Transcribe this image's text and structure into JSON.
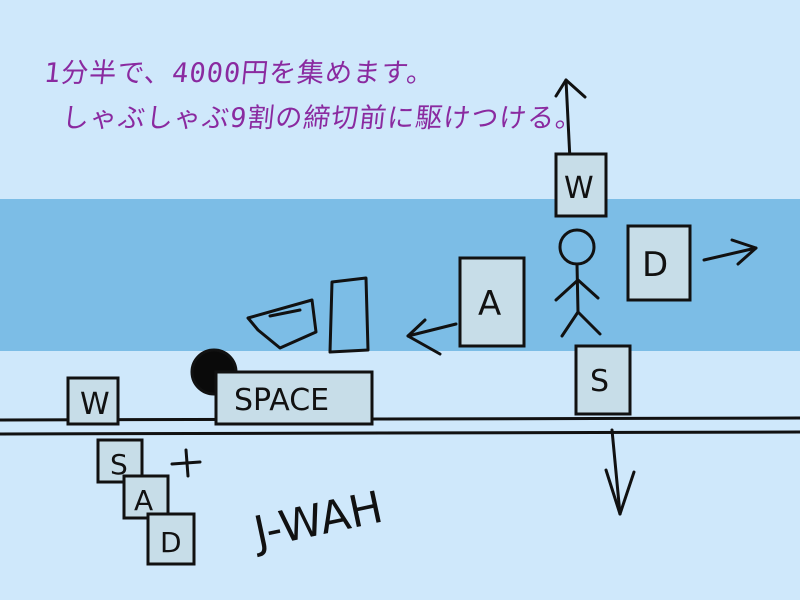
{
  "caption": {
    "line1": "1分半で、4000円を集めます。",
    "line2": "しゃぶしゃぶ9割の締切前に駆けつける。"
  },
  "controls": {
    "up_key": "W",
    "left_key": "A",
    "right_key": "D",
    "down_key": "S",
    "legend_up": "W",
    "legend_down": "S",
    "legend_left": "A",
    "legend_right": "D",
    "jump_key": "SPACE",
    "jump_annotation": "J-WAH"
  },
  "colors": {
    "sky": "#cfe8fb",
    "band": "#7cbde6",
    "caption": "#8a2aa0",
    "ink": "#111111"
  }
}
